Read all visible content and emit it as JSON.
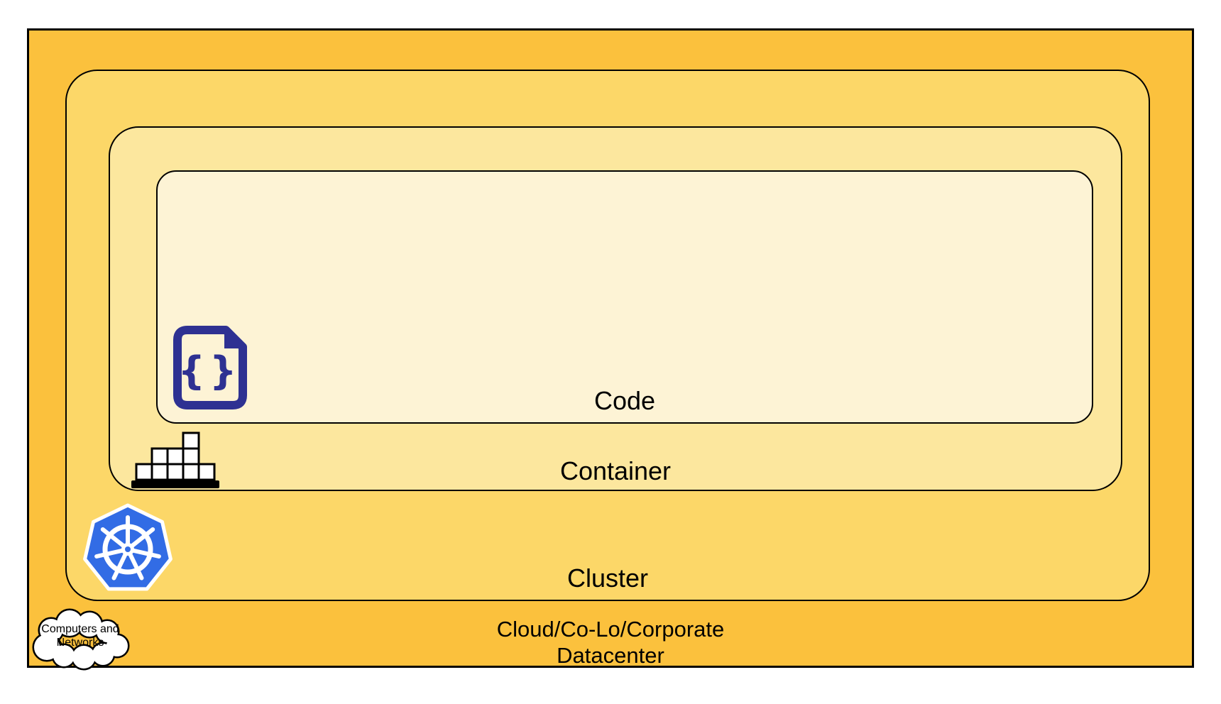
{
  "layers": {
    "code": {
      "label": "Code",
      "fill": "#FDF3D5"
    },
    "container": {
      "label": "Container",
      "fill": "#FCE79E"
    },
    "cluster": {
      "label": "Cluster",
      "fill": "#FCD768"
    },
    "datacenter": {
      "label_line1": "Cloud/Co-Lo/Corporate",
      "label_line2": "Datacenter",
      "fill": "#FBC13D"
    }
  },
  "icons": {
    "code_file": {
      "glyph": "{}",
      "color": "#2E3192"
    },
    "container_stack": {
      "box_fill": "#FFFFFF",
      "base_color": "#000000"
    },
    "kubernetes": {
      "color": "#326CE5",
      "wheel_color": "#FFFFFF"
    },
    "cloud": {
      "label_line1": "Computers and",
      "label_line2": "Networks",
      "fill": "#FFFFFF"
    }
  },
  "border_color": "#000000"
}
